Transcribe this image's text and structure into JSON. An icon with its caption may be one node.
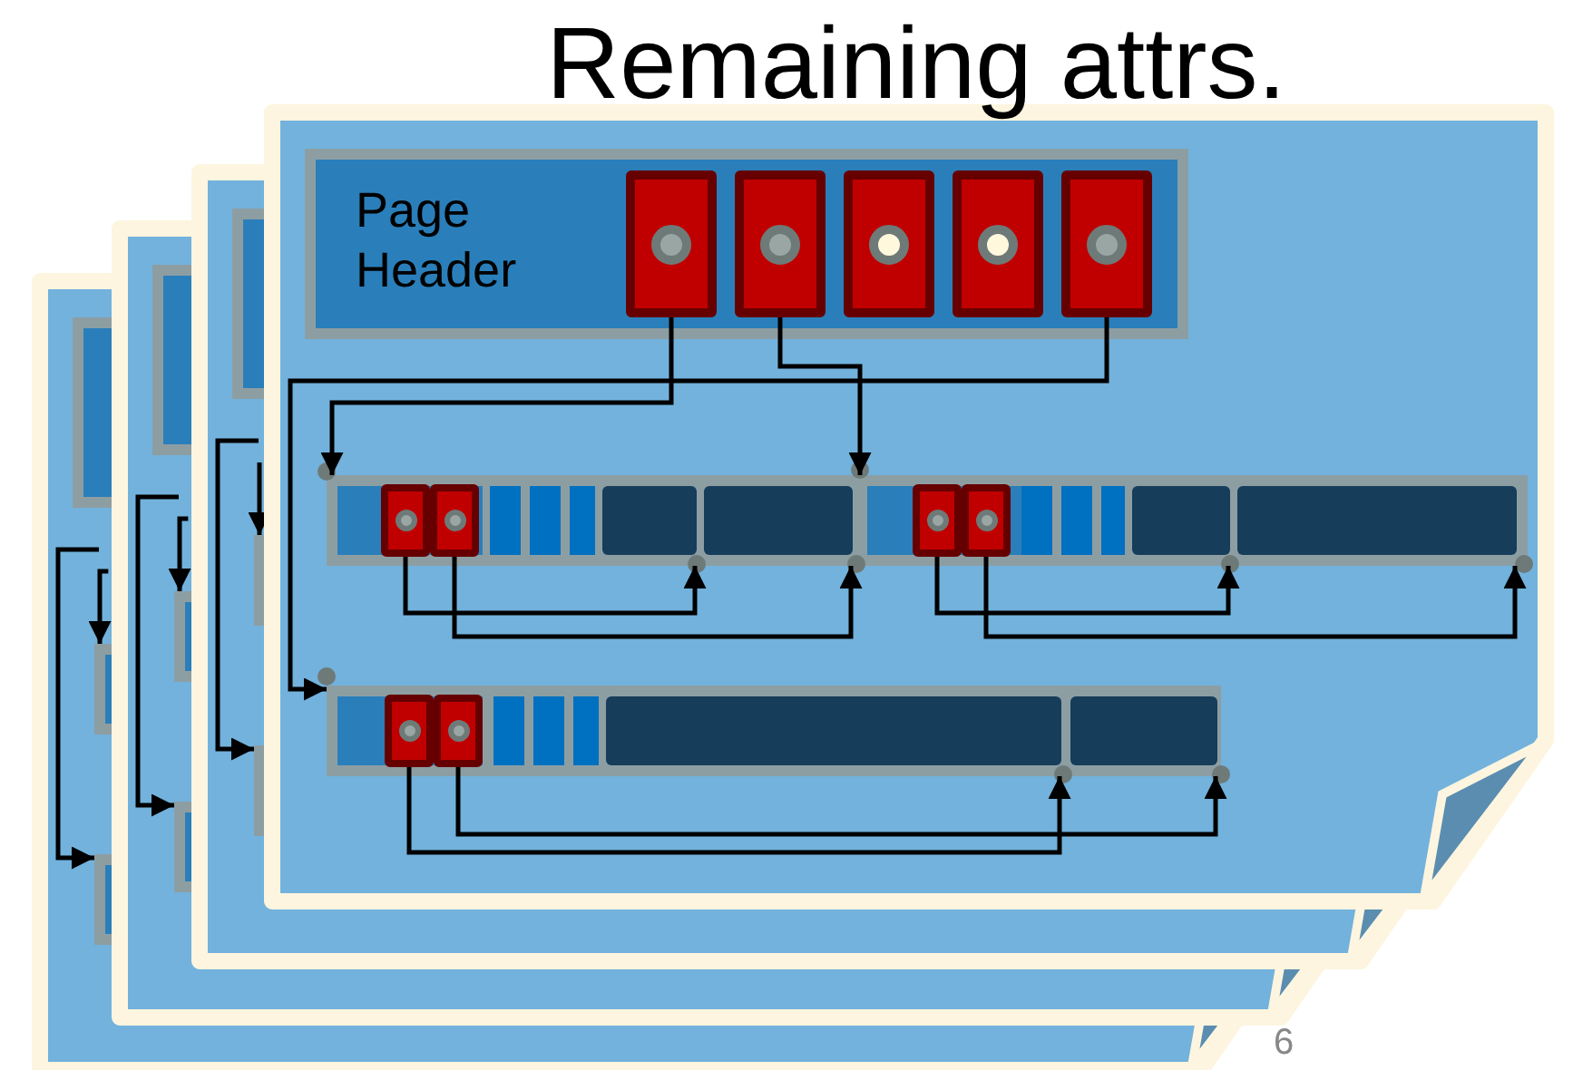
{
  "diagram": {
    "title": "Remaining attrs.",
    "nodes": [
      {
        "text": [
          "Page Header"
        ]
      },
      {
        "text": [],
        "shape": "box",
        "in": 0
      },
      {
        "text": [],
        "shape": "box",
        "in": 0
      },
      {
        "text": [],
        "shape": "box",
        "in": 0
      },
      {
        "text": [],
        "shape": "box",
        "in": 0
      },
      {
        "text": [],
        "shape": "box",
        "in": 0
      },
      {
        "text": [],
        "shape": "bar"
      },
      {
        "text": [],
        "shape": "box",
        "in": 6
      },
      {
        "text": [],
        "shape": "box",
        "in": 6
      },
      {
        "text": [],
        "shape": "box",
        "in": 6
      },
      {
        "text": [],
        "shape": "box",
        "in": 6
      },
      {
        "text": [],
        "shape": "bar"
      },
      {
        "text": [],
        "shape": "box",
        "in": 11
      },
      {
        "text": [],
        "shape": "box",
        "in": 11
      },
      {
        "text": [],
        "shape": "box",
        "in": 11
      },
      {
        "text": [],
        "shape": "box",
        "in": 11
      },
      {
        "text": [],
        "shape": "bar"
      },
      {
        "text": [],
        "shape": "box",
        "in": 16
      },
      {
        "text": [],
        "shape": "box",
        "in": 16
      },
      {
        "text": [],
        "shape": "box",
        "in": 16
      },
      {
        "text": [],
        "shape": "box",
        "in": 16
      }
    ],
    "edges": [
      {
        "from": 1,
        "to": 6,
        "arrow": "to"
      },
      {
        "from": 2,
        "to": 11,
        "arrow": "to"
      },
      {
        "from": 5,
        "to": 16,
        "arrow": "to"
      },
      {
        "from": 7,
        "to": 9,
        "arrow": "to"
      },
      {
        "from": 8,
        "to": 10,
        "arrow": "to"
      },
      {
        "from": 12,
        "to": 14,
        "arrow": "to"
      },
      {
        "from": 13,
        "to": 15,
        "arrow": "to"
      },
      {
        "from": 17,
        "to": 19,
        "arrow": "to"
      },
      {
        "from": 18,
        "to": 20,
        "arrow": "to"
      }
    ],
    "labels": [
      "6"
    ]
  }
}
